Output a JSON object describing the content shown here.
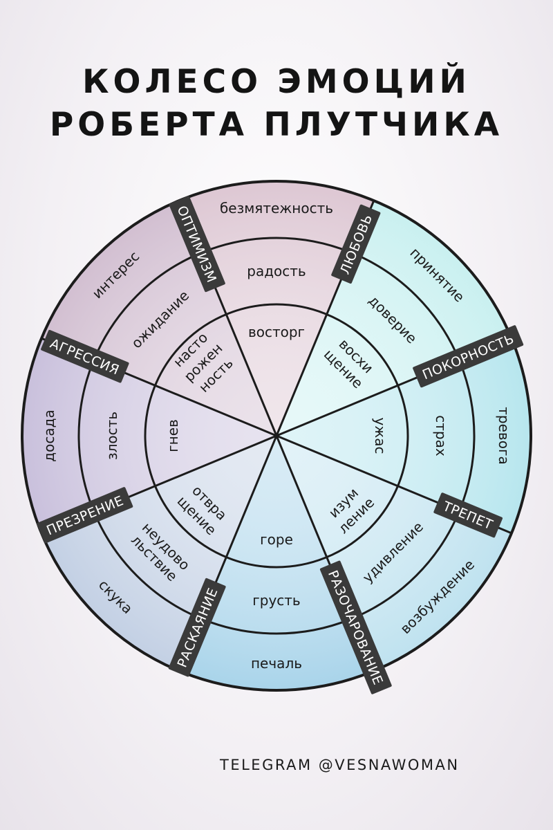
{
  "title": {
    "line1": "КОЛЕСО ЭМОЦИЙ",
    "line2": "РОБЕРТА ПЛУТЧИКА"
  },
  "footer": "TELEGRAM @VESNAWOMAN",
  "colors": {
    "joy": "#ddc7d3",
    "trust": "#c9f0f0",
    "fear": "#b7e6ee",
    "surprise": "#bfe2ef",
    "sadness": "#a9d4ea",
    "disgust": "#c3d0e4",
    "anger": "#c9c0dc",
    "anticipation": "#d2bfd1"
  },
  "sectors": [
    {
      "outer": "безмятежность",
      "middle": "радость",
      "inner": "восторг"
    },
    {
      "outer": "принятие",
      "middle": "доверие",
      "inner": "восхи|щение"
    },
    {
      "outer": "тревога",
      "middle": "страх",
      "inner": "ужас"
    },
    {
      "outer": "возбуждение",
      "middle": "удивление",
      "inner": "изум|ление"
    },
    {
      "outer": "печаль",
      "middle": "грусть",
      "inner": "горе"
    },
    {
      "outer": "скука",
      "middle": "неудово|льствие",
      "inner": "отвра|щение"
    },
    {
      "outer": "досада",
      "middle": "злость",
      "inner": "гнев"
    },
    {
      "outer": "интерес",
      "middle": "ожидание",
      "inner": "насто|рожен|ность"
    }
  ],
  "dyads": [
    "ЛЮБОВЬ",
    "ПОКОРНОСТЬ",
    "ТРЕПЕТ",
    "РАЗОЧАРОВАНИЕ",
    "РАСКАЯНИЕ",
    "ПРЕЗРЕНИЕ",
    "АГРЕССИЯ",
    "ОПТИМИЗМ"
  ]
}
